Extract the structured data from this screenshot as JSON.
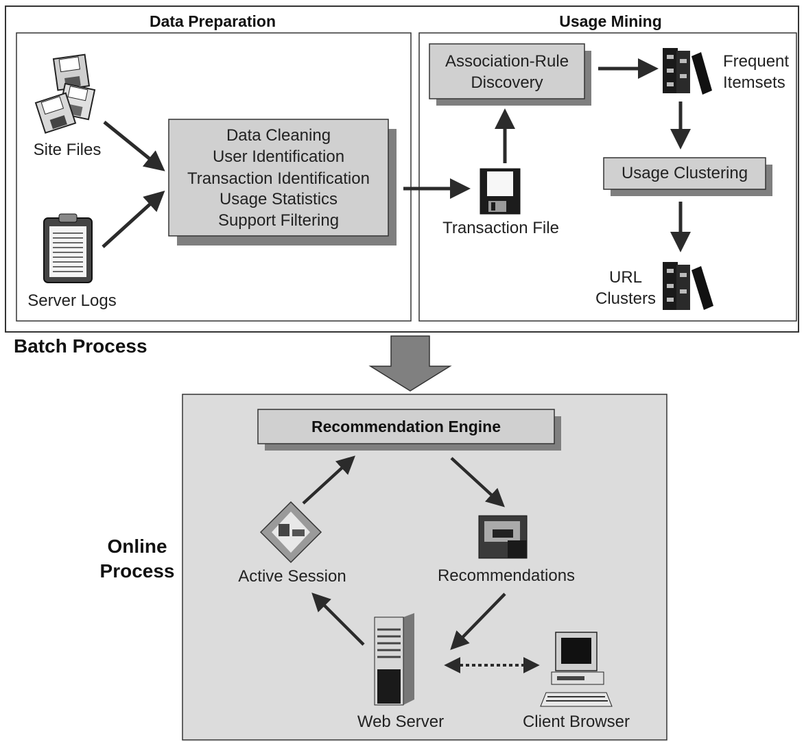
{
  "data_preparation": {
    "title": "Data Preparation",
    "inputs": [
      "Site Files",
      "Server Logs"
    ],
    "steps": [
      "Data Cleaning",
      "User Identification",
      "Transaction Identification",
      "Usage Statistics",
      "Support Filtering"
    ]
  },
  "usage_mining": {
    "title": "Usage Mining",
    "association_rule": [
      "Association-Rule",
      "Discovery"
    ],
    "frequent_itemsets": [
      "Frequent",
      "Itemsets"
    ],
    "usage_clustering": "Usage Clustering",
    "url_clusters": [
      "URL",
      "Clusters"
    ],
    "transaction_file": "Transaction File"
  },
  "batch_label": "Batch Process",
  "online_label": [
    "Online",
    "Process"
  ],
  "online": {
    "engine": "Recommendation Engine",
    "active_session": "Active Session",
    "recommendations": "Recommendations",
    "web_server": "Web Server",
    "client_browser": "Client Browser"
  },
  "colors": {
    "box_fill": "#d0d0d0",
    "online_panel": "#dcdcdc",
    "shadow": "#7f7f7f",
    "arrow": "#2b2b2b",
    "big_arrow": "#808080"
  }
}
